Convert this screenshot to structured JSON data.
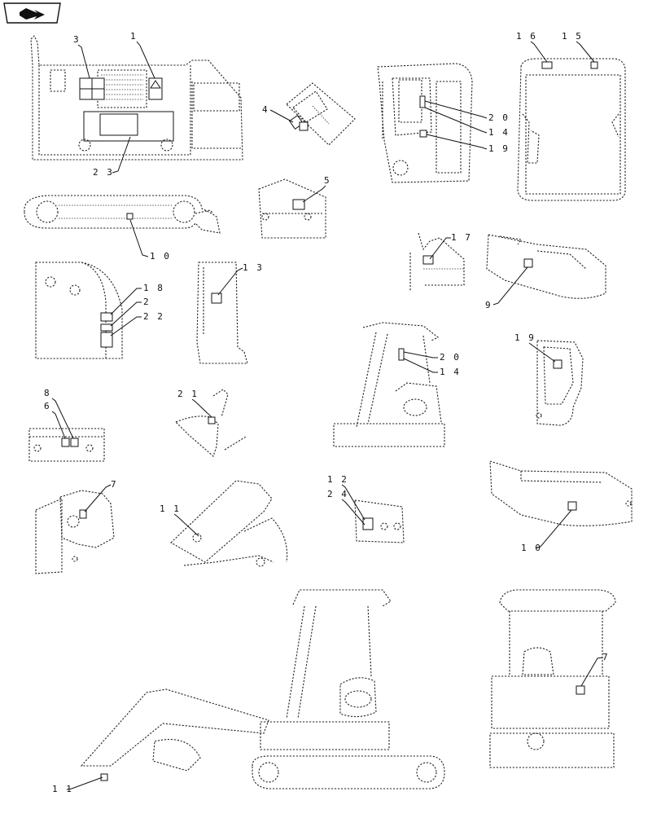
{
  "callouts": [
    {
      "id": "c1",
      "text": "1"
    },
    {
      "id": "c3",
      "text": "3"
    },
    {
      "id": "c23",
      "text": "2 3"
    },
    {
      "id": "c4",
      "text": "4"
    },
    {
      "id": "c5",
      "text": "5"
    },
    {
      "id": "c10a",
      "text": "1 0"
    },
    {
      "id": "c20a",
      "text": "2 0"
    },
    {
      "id": "c14a",
      "text": "1 4"
    },
    {
      "id": "c19a",
      "text": "1 9"
    },
    {
      "id": "c16",
      "text": "1 6"
    },
    {
      "id": "c15",
      "text": "1 5"
    },
    {
      "id": "c17",
      "text": "1 7"
    },
    {
      "id": "c9",
      "text": "9"
    },
    {
      "id": "c18",
      "text": "1 8"
    },
    {
      "id": "c2",
      "text": "2"
    },
    {
      "id": "c22",
      "text": "2 2"
    },
    {
      "id": "c13",
      "text": "1 3"
    },
    {
      "id": "c20b",
      "text": "2 0"
    },
    {
      "id": "c14b",
      "text": "1 4"
    },
    {
      "id": "c19b",
      "text": "1 9"
    },
    {
      "id": "c8",
      "text": "8"
    },
    {
      "id": "c6",
      "text": "6"
    },
    {
      "id": "c21",
      "text": "2 1"
    },
    {
      "id": "c7a",
      "text": "7"
    },
    {
      "id": "c11a",
      "text": "1 1"
    },
    {
      "id": "c12",
      "text": "1 2"
    },
    {
      "id": "c24",
      "text": "2 4"
    },
    {
      "id": "c10b",
      "text": "1 0"
    },
    {
      "id": "c7b",
      "text": "7"
    },
    {
      "id": "c11b",
      "text": "1 1"
    }
  ],
  "icons": {
    "logo": "bookmark-arrow-icon"
  }
}
